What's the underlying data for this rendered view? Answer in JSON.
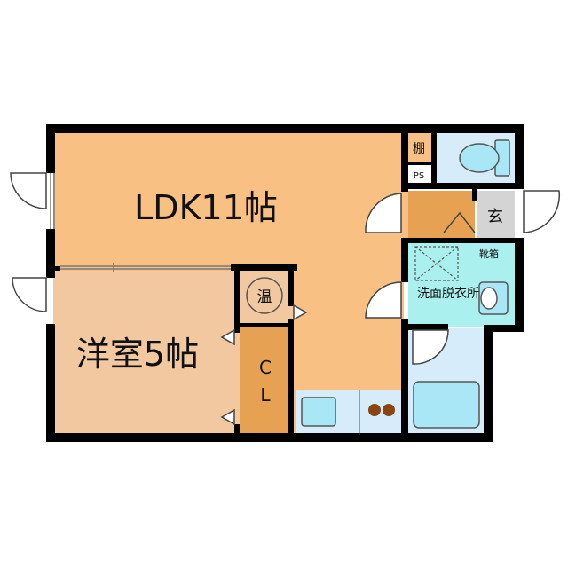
{
  "rooms": {
    "ldk": "LDK11帖",
    "western": "洋室5帖",
    "water_heater": "温",
    "closet_c": "C",
    "closet_l": "L",
    "shelf": "棚",
    "pipe_space": "PS",
    "entrance": "玄",
    "shoe_box": "靴箱",
    "washroom": "洗面脱衣所"
  },
  "colors": {
    "ldk": "#f9c084",
    "western": "#f1c8a0",
    "closet": "#e7a152",
    "entrance_floor": "#e7a152",
    "wet_area": "#d6ecfb",
    "washroom": "#a9f0ef",
    "genkan": "#d4d4d4",
    "wall": "#000000"
  }
}
